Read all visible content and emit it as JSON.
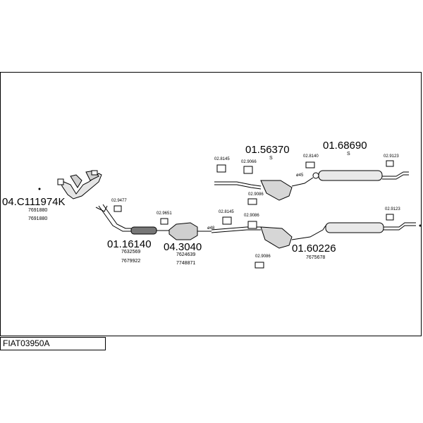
{
  "diagram_code": "FIAT03950A",
  "parts": {
    "manifold": {
      "number": "04.C111974K",
      "refs": [
        "7691880",
        "7691880"
      ]
    },
    "front_pipe": {
      "number": "01.16140",
      "refs": [
        "7632569",
        "7679922"
      ]
    },
    "catalyst": {
      "number": "04.3040",
      "refs": [
        "7624639",
        "7748871"
      ]
    },
    "rear_silencer": {
      "number": "01.60226",
      "refs": [
        "7675678"
      ]
    },
    "upper_mid_silencer": {
      "number": "01.56370",
      "note": "S"
    },
    "upper_rear_silencer": {
      "number": "01.68690",
      "note": "S"
    }
  },
  "fittings": {
    "f_29477": "02.9477",
    "f_29651": "02.9651",
    "f_28145_low": "02.8145",
    "f_29086_low": "02.9086",
    "f_29086_bottom": "02.9086",
    "f_29123_low": "02.9123",
    "f_28145_up": "02.8145",
    "f_29066_up": "02.9066",
    "f_28140_up": "02.8140",
    "f_29123_up": "02.9123",
    "f_29086_mid": "02.9086"
  },
  "pipe_dims": {
    "low": "ø48",
    "up": "ø45"
  }
}
